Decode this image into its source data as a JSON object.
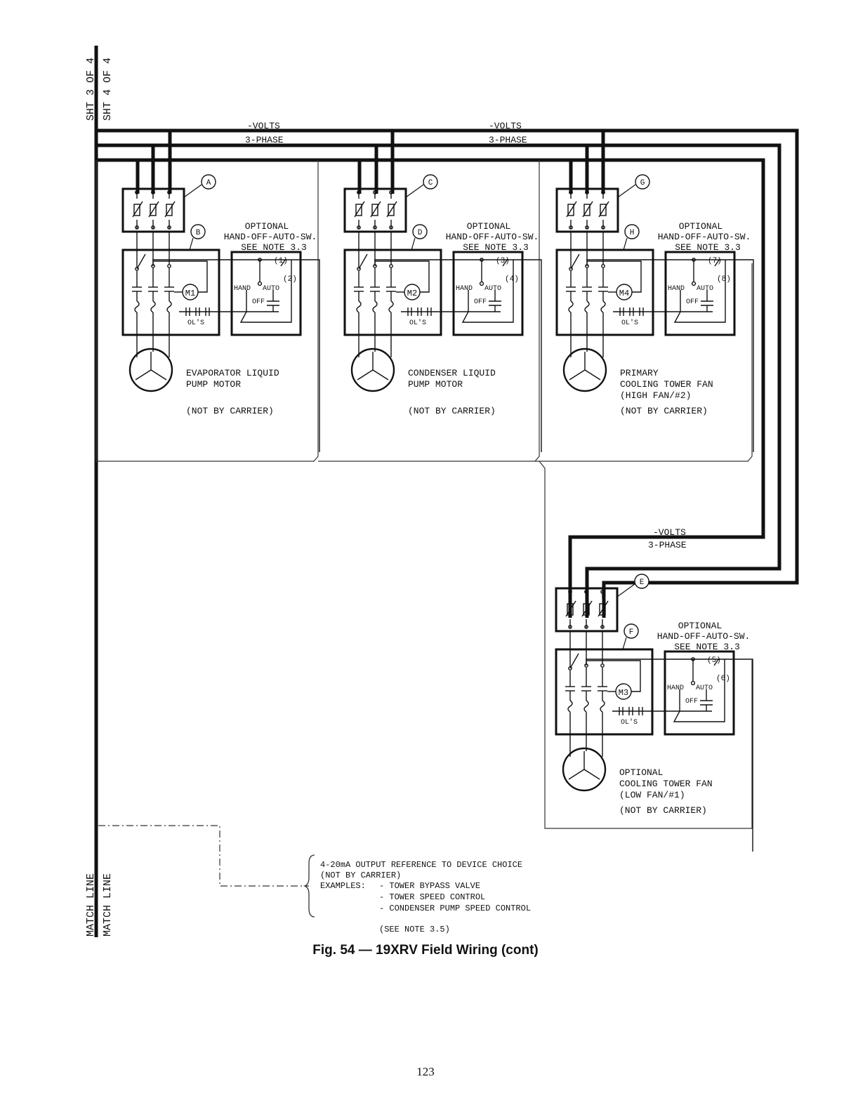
{
  "sheet_refs": {
    "left": "SHT 3 OF 4",
    "right": "SHT 4 OF 4"
  },
  "match_line": {
    "left": "MATCH LINE",
    "right": "MATCH LINE"
  },
  "bus": {
    "left": {
      "volts": "-VOLTS",
      "phase": "3-PHASE"
    },
    "right": {
      "volts": "-VOLTS",
      "phase": "3-PHASE"
    },
    "lower": {
      "volts": "-VOLTS",
      "phase": "3-PHASE"
    }
  },
  "common": {
    "optional_line1": "OPTIONAL",
    "optional_line2": "HAND-OFF-AUTO-SW.",
    "optional_line3": "SEE NOTE 3.3",
    "hand": "HAND",
    "auto": "AUTO",
    "off": "OFF",
    "ols": "OL'S"
  },
  "units": [
    {
      "disconnect": "A",
      "starter": "B",
      "motor": "M1",
      "term_a": "(1)",
      "term_b": "(2)",
      "desc": [
        "EVAPORATOR LIQUID",
        "PUMP MOTOR",
        "",
        "(NOT BY CARRIER)"
      ]
    },
    {
      "disconnect": "C",
      "starter": "D",
      "motor": "M2",
      "term_a": "(3)",
      "term_b": "(4)",
      "desc": [
        "CONDENSER LIQUID",
        "PUMP MOTOR",
        "",
        "(NOT BY CARRIER)"
      ]
    },
    {
      "disconnect": "G",
      "starter": "H",
      "motor": "M4",
      "term_a": "(7)",
      "term_b": "(8)",
      "desc": [
        "PRIMARY",
        "COOLING TOWER FAN",
        "(HIGH FAN/#2)",
        "(NOT BY CARRIER)"
      ]
    },
    {
      "disconnect": "E",
      "starter": "F",
      "motor": "M3",
      "term_a": "(5)",
      "term_b": "(6)",
      "desc": [
        "OPTIONAL",
        "COOLING TOWER FAN",
        "(LOW FAN/#1)",
        "(NOT BY CARRIER)"
      ]
    }
  ],
  "output_note": {
    "line1": "4-20mA OUTPUT REFERENCE TO DEVICE CHOICE",
    "line2": "(NOT BY CARRIER)",
    "examples_label": "EXAMPLES:",
    "examples": [
      "-  TOWER BYPASS VALVE",
      "-  TOWER SPEED CONTROL",
      "-  CONDENSER PUMP SPEED CONTROL"
    ],
    "see_note": "(SEE NOTE 3.5)"
  },
  "caption": "Fig. 54 — 19XRV Field Wiring (cont)",
  "page_number": "123"
}
